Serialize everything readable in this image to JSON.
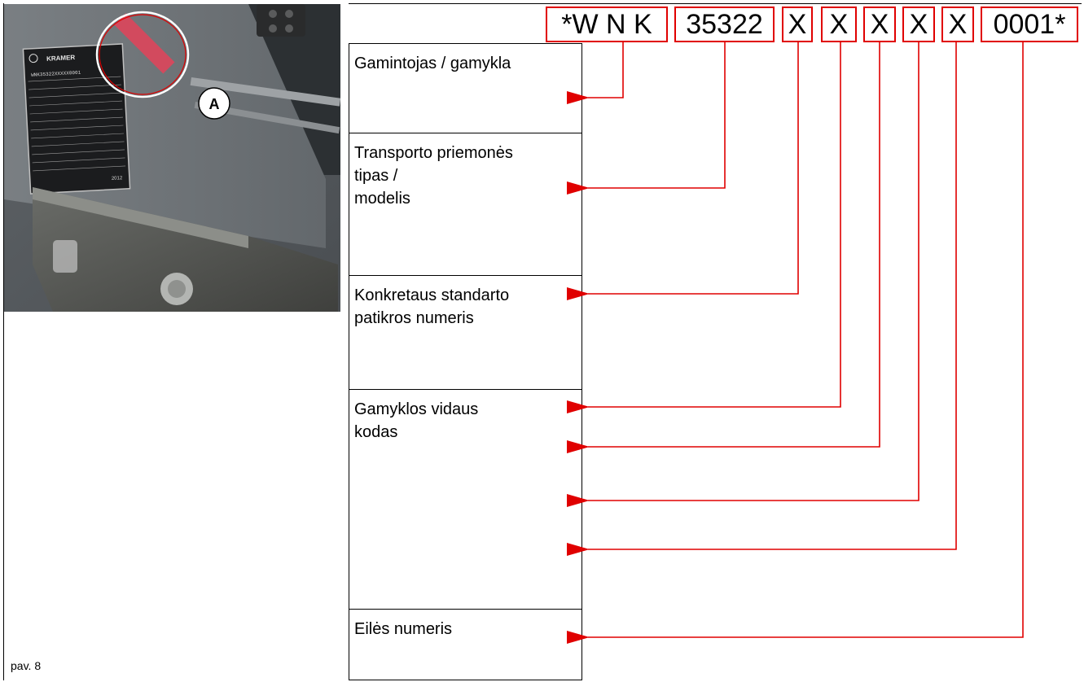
{
  "figure": {
    "caption": "pav. 8",
    "callout_letter": "A"
  },
  "plate": {
    "brand": "KRAMER",
    "vin_line": "WNK35322XXXXX0001",
    "year": "2012"
  },
  "vin_segments": [
    {
      "text": "*W N K",
      "target_row": 0
    },
    {
      "text": "35322",
      "target_row": 1
    },
    {
      "text": "X",
      "target_row": 2
    },
    {
      "text": "X",
      "target_row": 3
    },
    {
      "text": "X",
      "target_row": 3
    },
    {
      "text": "X",
      "target_row": 3
    },
    {
      "text": "X",
      "target_row": 3
    },
    {
      "text": "0001*",
      "target_row": 4
    }
  ],
  "rows": [
    {
      "label": "Gamintojas / gamykla"
    },
    {
      "label": "Transporto priemonės\ntipas /\nmodelis"
    },
    {
      "label": "Konkretaus standarto\npatikros numeris"
    },
    {
      "label": "Gamyklos vidaus\nkodas"
    },
    {
      "label": "Eilės numeris"
    }
  ],
  "colors": {
    "accent": "#e00000",
    "metal": "#6b7074",
    "plate": "#1b1c1e",
    "sticker": "#d24a5e"
  }
}
